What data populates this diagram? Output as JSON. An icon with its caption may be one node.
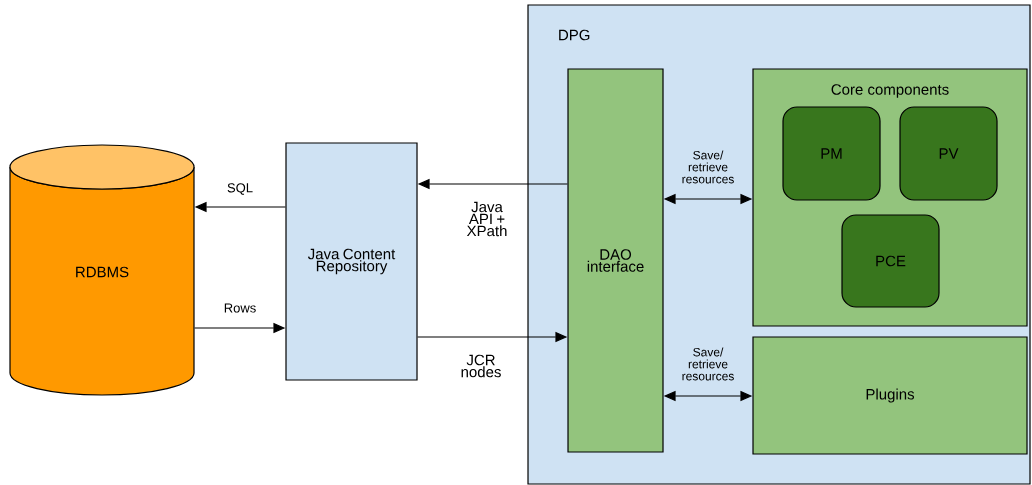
{
  "diagram": {
    "nodes": [
      {
        "text": [
          "RDBMS"
        ]
      },
      {
        "text": [
          "Java Content Repository"
        ]
      },
      {
        "text": [
          "DPG"
        ]
      },
      {
        "text": [
          "DAO interface"
        ],
        "in": 2
      },
      {
        "text": [
          "Core components"
        ],
        "in": 2
      },
      {
        "text": [
          "PM"
        ],
        "in": 4
      },
      {
        "text": [
          "PV"
        ],
        "in": 4
      },
      {
        "text": [
          "PCE"
        ],
        "in": 4
      },
      {
        "text": [
          "Plugins"
        ],
        "in": 2
      }
    ],
    "edges": [
      {
        "from": 1,
        "to": 0,
        "arrow": "to",
        "label": "SQL"
      },
      {
        "from": 0,
        "to": 1,
        "arrow": "to",
        "label": "Rows"
      },
      {
        "from": 3,
        "to": 1,
        "arrow": "to",
        "label": "Java API + XPath"
      },
      {
        "from": 1,
        "to": 3,
        "arrow": "to",
        "label": "JCR nodes"
      },
      {
        "from": 3,
        "to": 4,
        "arrow": "both",
        "label": "Save/ retrieve resources"
      },
      {
        "from": 3,
        "to": 8,
        "arrow": "both",
        "label": "Save/ retrieve resources"
      }
    ]
  }
}
